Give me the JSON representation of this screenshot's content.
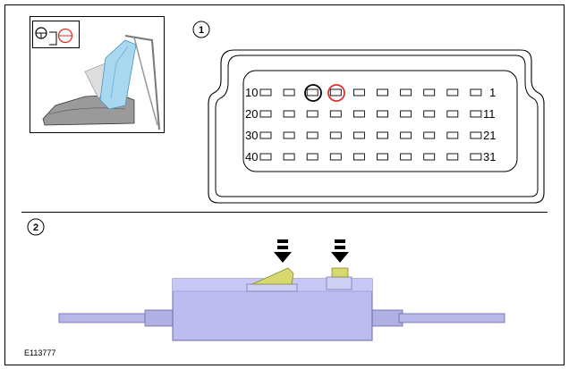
{
  "callouts": [
    "1",
    "2"
  ],
  "connector": {
    "rows": [
      {
        "left": "10",
        "right": "1"
      },
      {
        "left": "20",
        "right": "11"
      },
      {
        "left": "30",
        "right": "21"
      },
      {
        "left": "40",
        "right": "31"
      }
    ],
    "pins_per_row": 10,
    "highlighted_black": {
      "row": 1,
      "pin": 3
    },
    "highlighted_red": {
      "row": 1,
      "pin": 4
    }
  },
  "figure_id": "E113777",
  "colors": {
    "red": "#e03030",
    "seat_back": "#a8d8f0",
    "splice_body": "#bcbcf0",
    "latch": "#d8d870",
    "wire": "#b8b8e8"
  }
}
